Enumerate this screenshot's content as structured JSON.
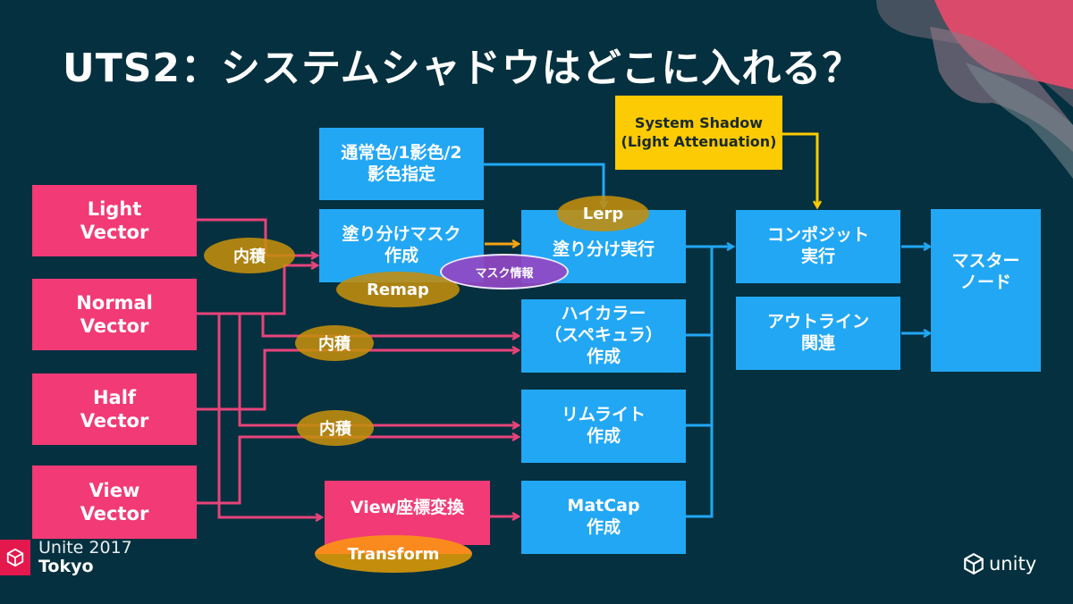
{
  "title": "UTS2：システムシャドウはどこに入れる？",
  "colors": {
    "background": "#04303F",
    "input_node": "#F23A76",
    "process_node": "#22A7F4",
    "shadow_node": "#FDCB03",
    "operation_label": "#C48E0C",
    "mask_label": "#9248C4",
    "link_pink": "#E8437A",
    "link_blue": "#22A7F4",
    "link_orange": "#F5A316",
    "link_yellow": "#FDCB03"
  },
  "inputs": [
    {
      "label": "Light\nVector"
    },
    {
      "label": "Normal\nVector"
    },
    {
      "label": "Half\nVector"
    },
    {
      "label": "View\nVector"
    }
  ],
  "nodes": {
    "shadow_color": "通常色/1影色/2\n影色指定",
    "mask_create": "塗り分けマスク\n作成",
    "split_exec": "塗り分け実行",
    "highcolor": "ハイカラー\n（スペキュラ）\n作成",
    "rimlight": "リムライト\n作成",
    "matcap": "MatCap\n作成",
    "view_transform": "View座標変換",
    "system_shadow": "System Shadow\n(Light Attenuation)",
    "composite": "コンポジット\n実行",
    "outline": "アウトライン\n関連",
    "master": "マスター\nノード"
  },
  "operations": {
    "dot1": "内積",
    "dot2": "内積",
    "dot3": "内積",
    "remap": "Remap",
    "lerp": "Lerp",
    "mask_info": "マスク情報",
    "transform": "Transform"
  },
  "footer": {
    "event_line1": "Unite 2017",
    "event_line2": "Tokyo",
    "brand": "unity"
  }
}
